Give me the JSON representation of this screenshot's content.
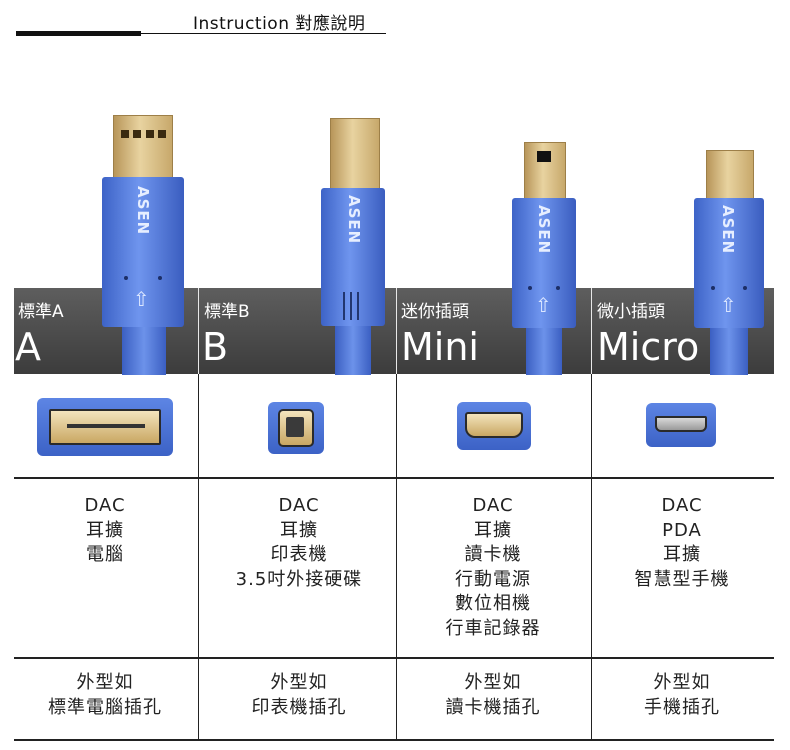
{
  "header": {
    "title": "Instruction 對應說明"
  },
  "brand": "ASEN",
  "columns": [
    {
      "label": "標準A",
      "big": "A",
      "uses": [
        "DAC",
        "耳擴",
        "電腦"
      ],
      "shape_title": "外型如",
      "shape_desc": "標準電腦插孔"
    },
    {
      "label": "標準B",
      "big": "B",
      "uses": [
        "DAC",
        "耳擴",
        "印表機",
        "3.5吋外接硬碟"
      ],
      "shape_title": "外型如",
      "shape_desc": "印表機插孔"
    },
    {
      "label": "迷你插頭",
      "big": "Mini",
      "uses": [
        "DAC",
        "耳擴",
        "讀卡機",
        "行動電源",
        "數位相機",
        "行車記錄器"
      ],
      "shape_title": "外型如",
      "shape_desc": "讀卡機插孔"
    },
    {
      "label": "微小插頭",
      "big": "Micro",
      "uses": [
        "DAC",
        "PDA",
        "耳擴",
        "智慧型手機"
      ],
      "shape_title": "外型如",
      "shape_desc": "手機插孔"
    }
  ],
  "colors": {
    "band": "#4a4a4a",
    "plug_blue": "#4a73d8",
    "gold": "#d9bd82"
  },
  "icons": {
    "arrow": "up-arrow-icon"
  }
}
